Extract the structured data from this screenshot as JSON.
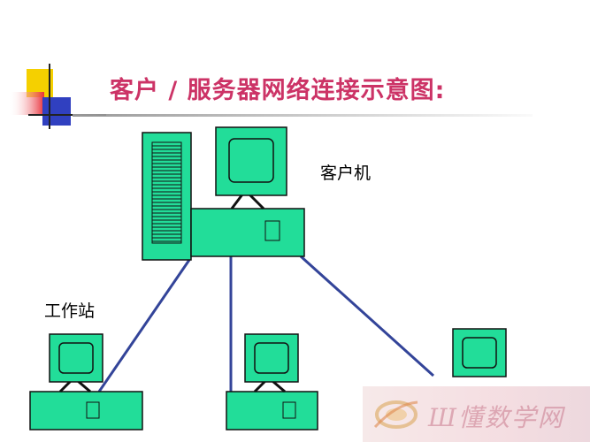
{
  "slide": {
    "title": "客户 / 服务器网络连接示意图:",
    "client_label": "客户机",
    "workstation_label": "工作站",
    "watermark_text": "Ш懂数学网"
  },
  "colors": {
    "device_fill": "#22dd99",
    "device_stroke": "#111111",
    "link": "#334499",
    "title": "#cc3366",
    "deco_yellow": "#f5d000",
    "deco_red": "#e8303a",
    "deco_blue": "#3040c0"
  },
  "icons": [
    "computer-icon",
    "tower-icon",
    "watermark-logo-icon"
  ]
}
